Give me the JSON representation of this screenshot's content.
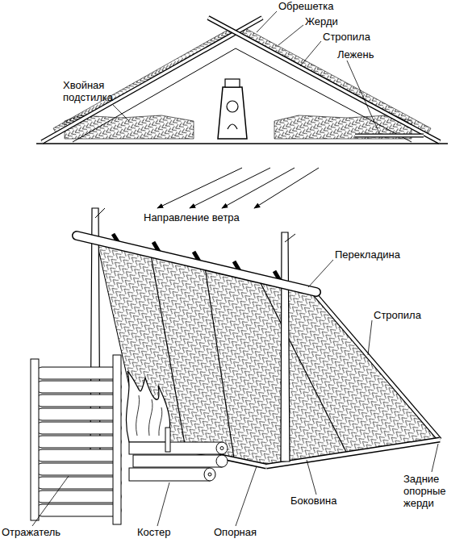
{
  "diagram": {
    "labels": [
      "Обрешетка",
      "Жерди",
      "Стропила",
      "Лежень",
      "Хвойная подстилка",
      "Направление ветра",
      "Перекладина",
      "Стропила",
      "Отражатель",
      "Костер",
      "Опорная",
      "Боковина",
      "Задние опорные жерди"
    ]
  }
}
